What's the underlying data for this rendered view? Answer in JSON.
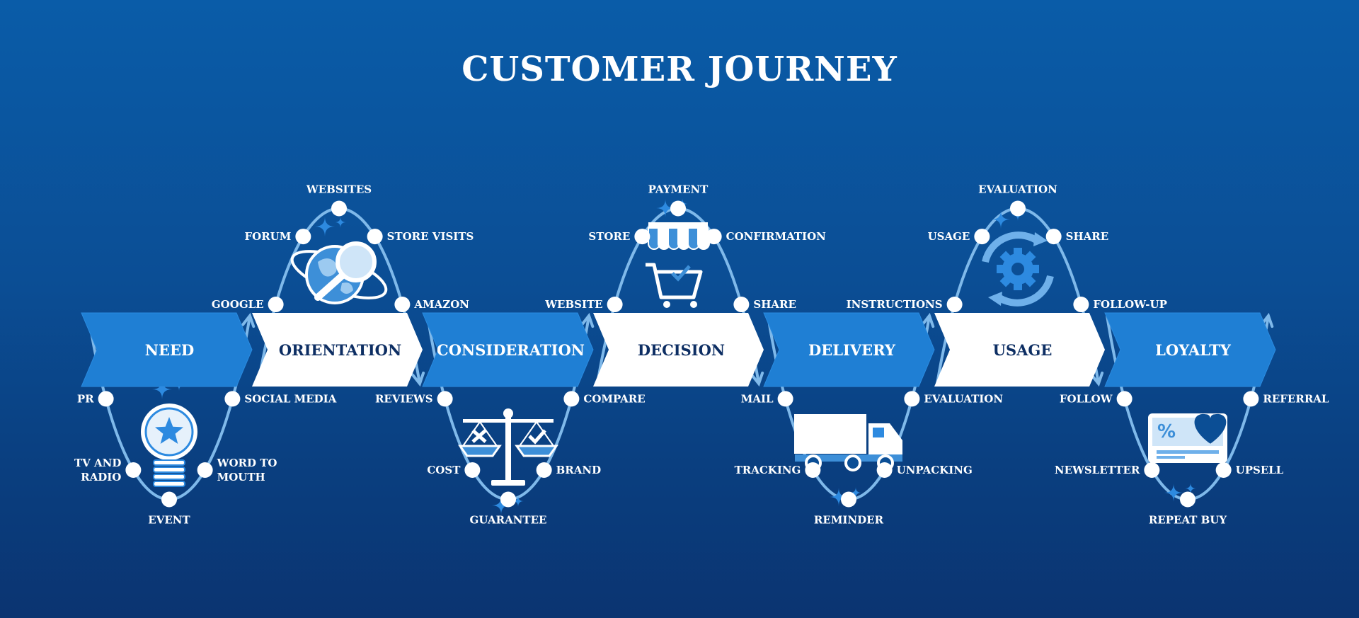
{
  "title": "CUSTOMER JOURNEY",
  "colors": {
    "background_top": "#0a5ca8",
    "background_bottom": "#0b3471",
    "stage_blue": "#1f7fd4",
    "stage_white": "#ffffff",
    "curve": "#7fb9ea",
    "node": "#ffffff",
    "icon_accent": "#2d8ae0"
  },
  "stages": [
    {
      "label": "NEED",
      "style": "blue"
    },
    {
      "label": "ORIENTATION",
      "style": "white"
    },
    {
      "label": "CONSIDERATION",
      "style": "blue"
    },
    {
      "label": "DECISION",
      "style": "white"
    },
    {
      "label": "DELIVERY",
      "style": "blue"
    },
    {
      "label": "USAGE",
      "style": "white"
    },
    {
      "label": "LOYALTY",
      "style": "blue"
    }
  ],
  "loops": [
    {
      "stage": "NEED",
      "direction": "down",
      "icon": "lightbulb-star-icon",
      "points": {
        "upper_left": "PR",
        "lower_left": "TV AND RADIO",
        "bottom": "EVENT",
        "lower_right": "WORD TO MOUTH",
        "upper_right": "SOCIAL MEDIA"
      }
    },
    {
      "stage": "ORIENTATION",
      "direction": "up",
      "icon": "globe-magnifier-icon",
      "points": {
        "lower_left": "GOOGLE",
        "upper_left": "FORUM",
        "top": "WEBSITES",
        "upper_right": "STORE VISITS",
        "lower_right": "AMAZON"
      }
    },
    {
      "stage": "CONSIDERATION",
      "direction": "down",
      "icon": "balance-scale-icon",
      "points": {
        "upper_left": "REVIEWS",
        "lower_left": "COST",
        "bottom": "GUARANTEE",
        "lower_right": "BRAND",
        "upper_right": "COMPARE"
      }
    },
    {
      "stage": "DECISION",
      "direction": "up",
      "icon": "store-cart-icon",
      "points": {
        "lower_left": "WEBSITE",
        "upper_left": "STORE",
        "top": "PAYMENT",
        "upper_right": "CONFIRMATION",
        "lower_right": "SHARE"
      }
    },
    {
      "stage": "DELIVERY",
      "direction": "down",
      "icon": "delivery-truck-icon",
      "points": {
        "upper_left": "MAIL",
        "lower_left": "TRACKING",
        "bottom": "REMINDER",
        "lower_right": "UNPACKING",
        "upper_right": "EVALUATION"
      }
    },
    {
      "stage": "USAGE",
      "direction": "up",
      "icon": "gear-cycle-icon",
      "points": {
        "lower_left": "INSTRUCTIONS",
        "upper_left": "USAGE",
        "top": "EVALUATION",
        "upper_right": "SHARE",
        "lower_right": "FOLLOW-UP"
      }
    },
    {
      "stage": "LOYALTY",
      "direction": "down",
      "icon": "loyalty-card-icon",
      "points": {
        "upper_left": "FOLLOW",
        "lower_left": "NEWSLETTER",
        "bottom": "REPEAT BUY",
        "lower_right": "UPSELL",
        "upper_right": "REFERRAL"
      }
    }
  ]
}
